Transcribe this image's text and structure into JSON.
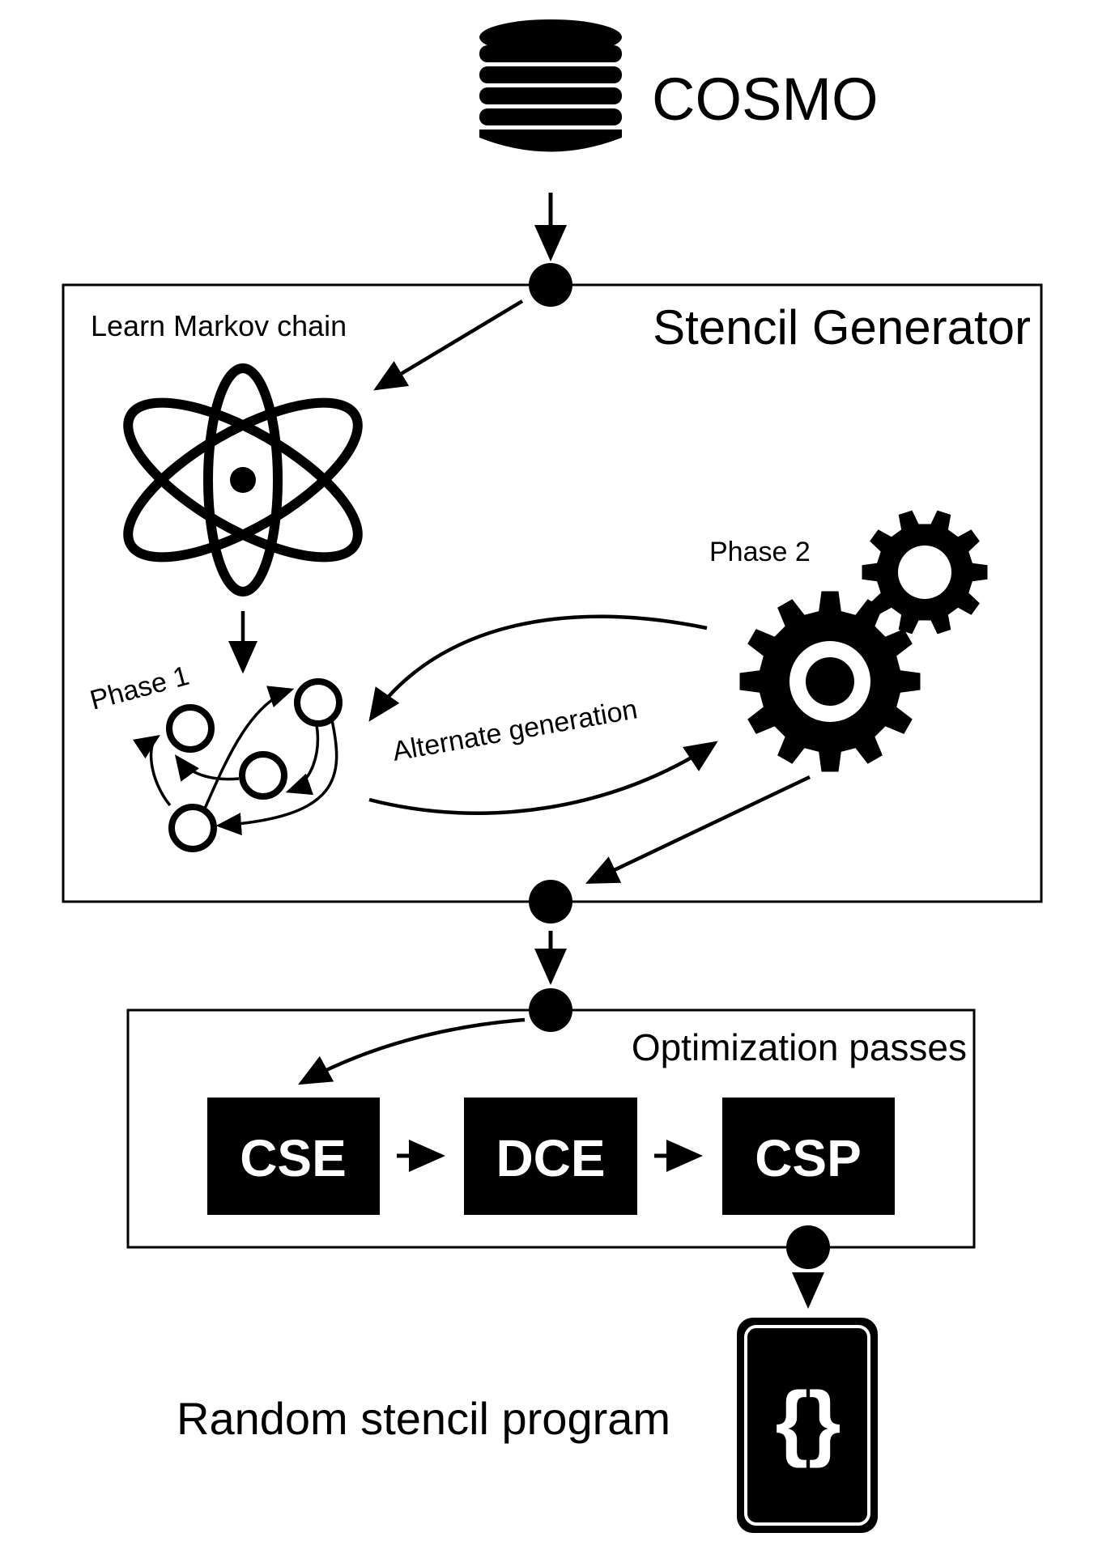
{
  "database": {
    "label": "COSMO"
  },
  "stencil_generator": {
    "title": "Stencil Generator",
    "learn_label": "Learn Markov chain",
    "phase1_label": "Phase 1",
    "phase2_label": "Phase 2",
    "alternate_label": "Alternate generation"
  },
  "optimization": {
    "title": "Optimization passes",
    "passes": [
      "CSE",
      "DCE",
      "CSP"
    ]
  },
  "output": {
    "label": "Random stencil program",
    "code_glyph": "{}"
  }
}
